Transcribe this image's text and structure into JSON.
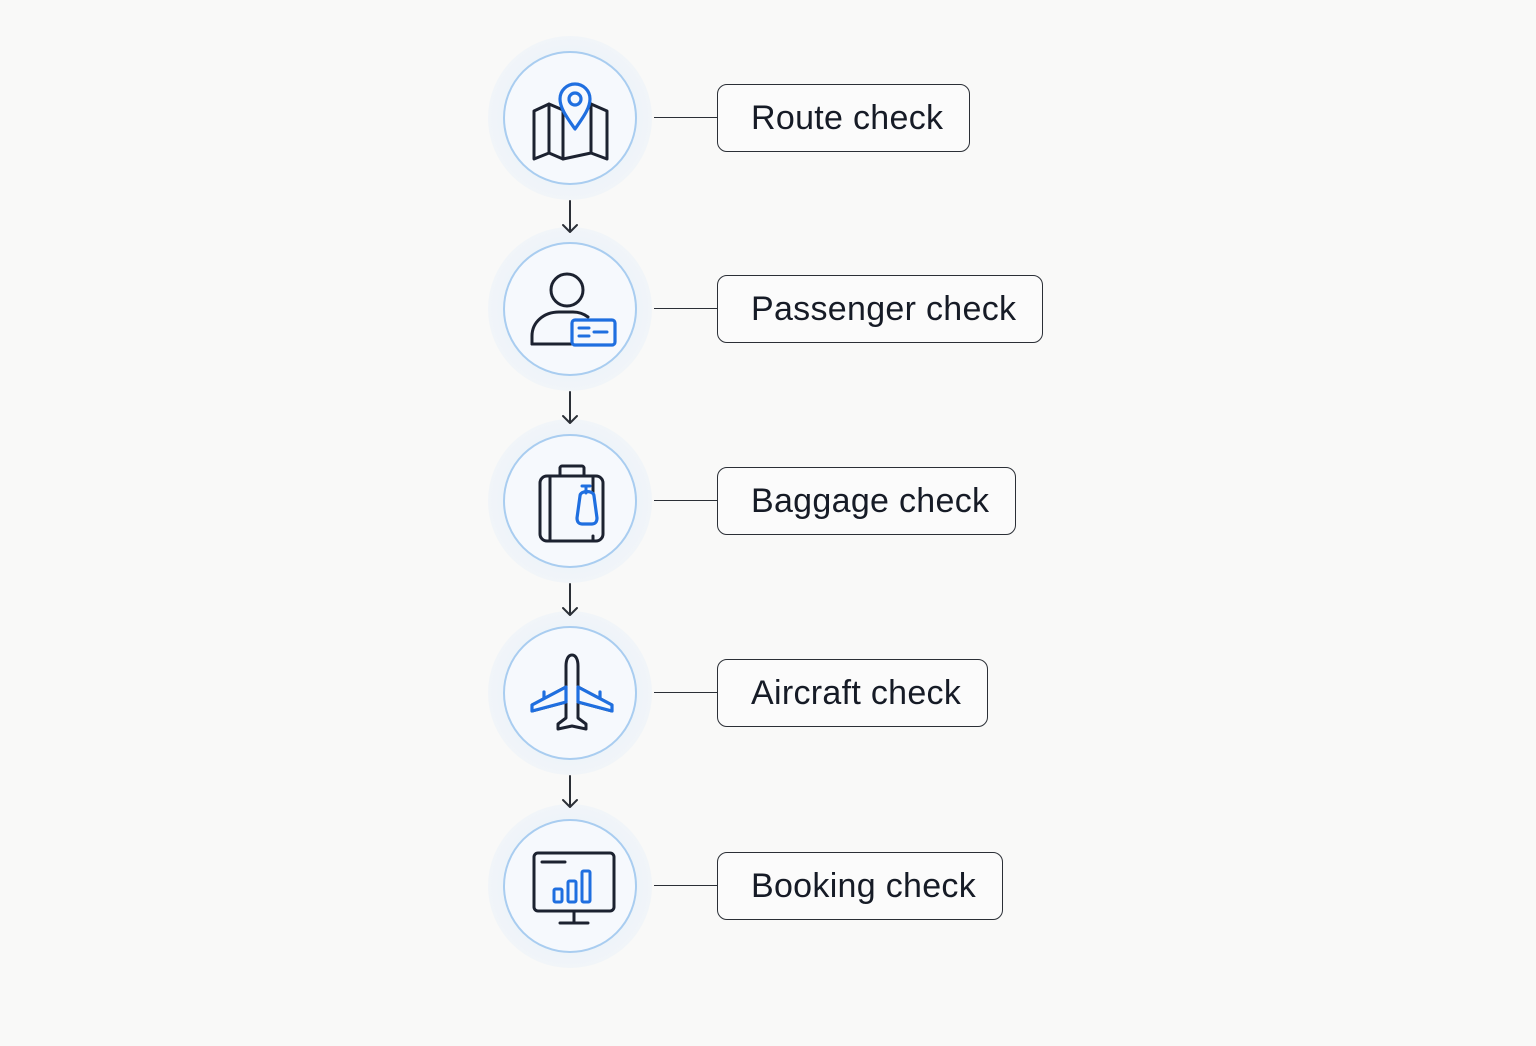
{
  "colors": {
    "background": "#f9f9f8",
    "node_border": "#a9cdf0",
    "accent_blue": "#1f6fe0",
    "ink": "#161b26"
  },
  "steps": [
    {
      "label": "Route check",
      "icon": "map-pin-icon"
    },
    {
      "label": "Passenger check",
      "icon": "passenger-id-icon"
    },
    {
      "label": "Baggage check",
      "icon": "suitcase-tag-icon"
    },
    {
      "label": "Aircraft check",
      "icon": "airplane-icon"
    },
    {
      "label": "Booking check",
      "icon": "monitor-chart-icon"
    }
  ]
}
